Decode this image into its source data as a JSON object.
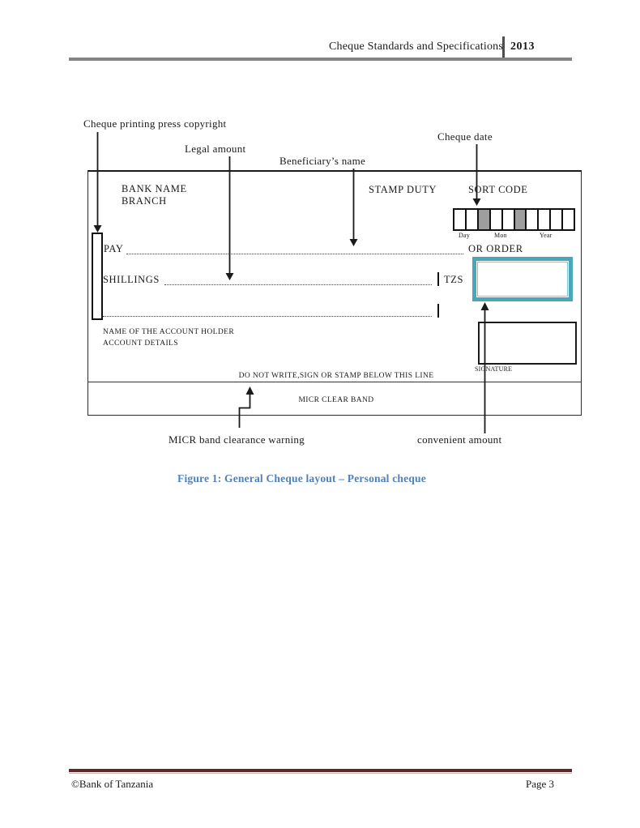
{
  "header": {
    "title": "Cheque Standards and Specifications",
    "year": "2013"
  },
  "callouts": {
    "printing_press": "Cheque printing press copyright",
    "legal_amount": "Legal amount",
    "beneficiary": "Beneficiary’s name",
    "cheque_date": "Cheque date",
    "micr_warning": "MICR band clearance warning",
    "convenient_amount": "convenient amount"
  },
  "cheque": {
    "bank_name": "BANK NAME",
    "branch": "BRANCH",
    "stamp_duty": "STAMP DUTY",
    "sort_code": "SORT CODE",
    "date_labels": {
      "day": "Day",
      "mon": "Mon",
      "year": "Year"
    },
    "date_cells": [
      "w",
      "w",
      "g",
      "w",
      "w",
      "g",
      "w",
      "w",
      "w",
      "w"
    ],
    "pay_label": "PAY",
    "or_order": "OR ORDER",
    "shillings_label": "SHILLINGS",
    "currency": "TZS",
    "account_holder": "NAME OF THE ACCOUNT HOLDER",
    "account_details": "ACCOUNT DETAILS",
    "signature_label": "SIGNATURE",
    "do_not_write": "DO NOT WRITE,SIGN OR STAMP BELOW THIS LINE",
    "micr_band": "MICR CLEAR BAND",
    "accent_color": "#4aa6ba"
  },
  "figure": {
    "caption": "Figure 1: General Cheque layout – Personal cheque",
    "caption_color": "#4f81bd"
  },
  "footer": {
    "copyright": "©Bank of Tanzania",
    "page_number": "Page 3"
  }
}
